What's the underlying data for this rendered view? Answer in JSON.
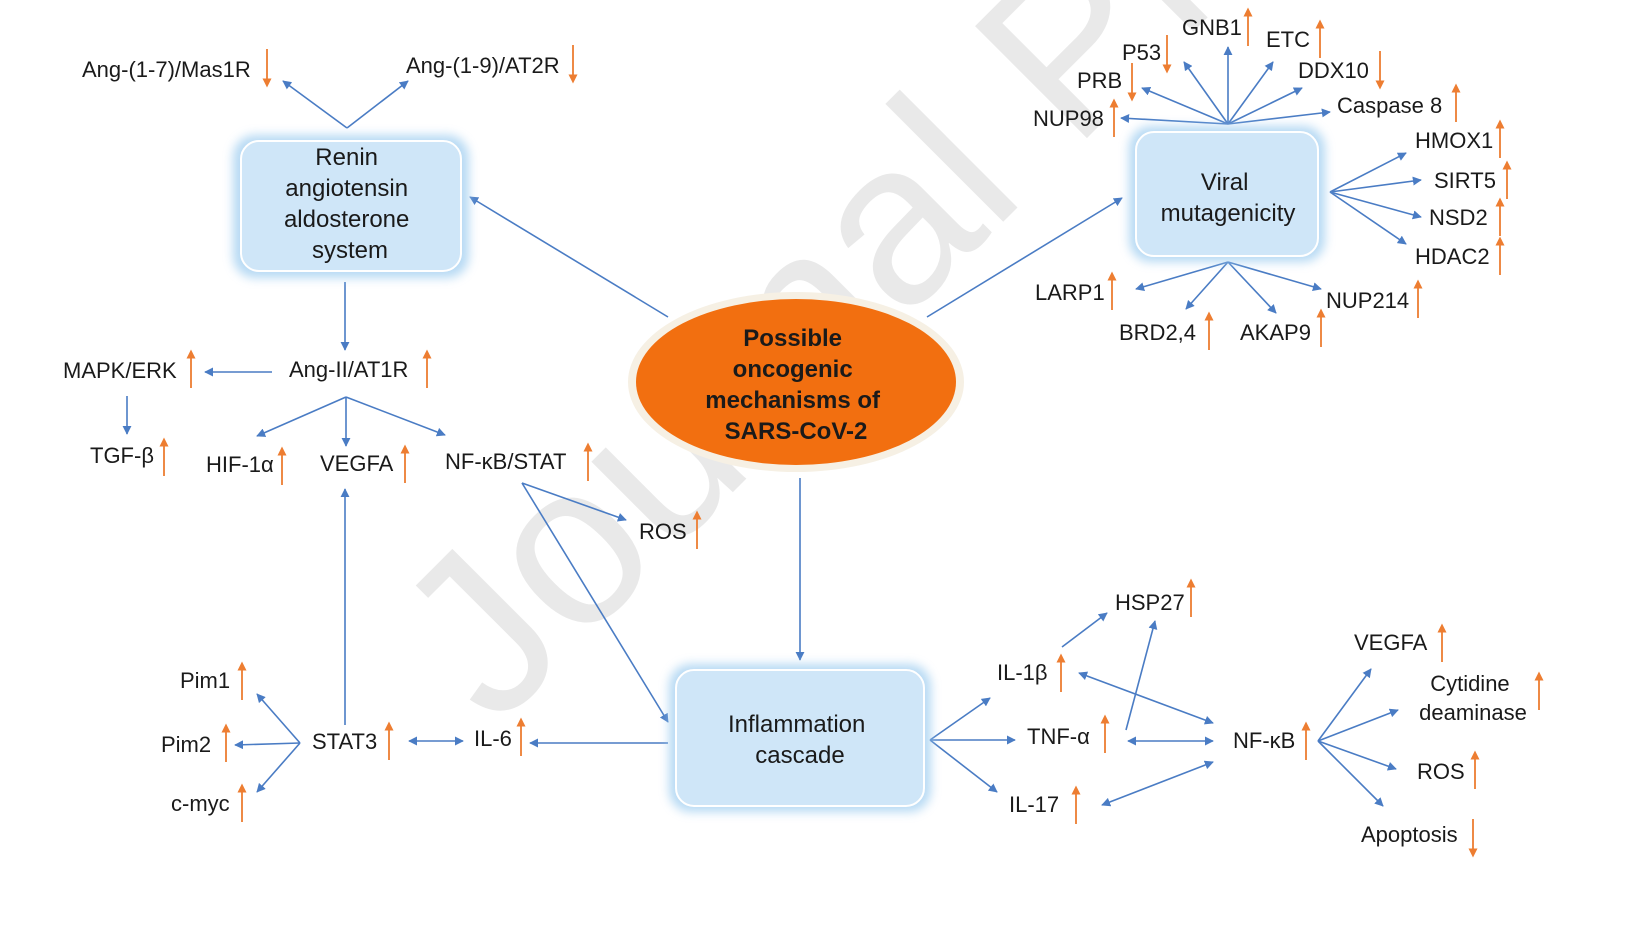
{
  "watermark": "Journal Pre-proof",
  "colors": {
    "arrow": "#4a7cc4",
    "indicator": "#ed7d31",
    "box_fill": "#cfe6f8",
    "box_stroke": "#8fc1ea",
    "center_fill": "#f26f10",
    "center_stroke": "#f6f0e4",
    "text": "#1a1a1a"
  },
  "center": {
    "lines": [
      "Possible",
      "oncogenic",
      "mechanisms of",
      "SARS-CoV-2"
    ]
  },
  "boxes": {
    "raas": {
      "lines": [
        "Renin",
        "angiotensin",
        "aldosterone",
        "system"
      ]
    },
    "viral": {
      "lines": [
        "Viral",
        "mutagenicity"
      ]
    },
    "inflammation": {
      "lines": [
        "Inflammation",
        "cascade"
      ]
    }
  },
  "labels": {
    "ang17": "Ang-(1-7)/Mas1R",
    "ang19": "Ang-(1-9)/AT2R",
    "angii": "Ang-II/AT1R",
    "mapk": "MAPK/ERK",
    "tgfb": "TGF-β",
    "hif1a": "HIF-1α",
    "vegfa_left": "VEGFA",
    "nfkbstat": "NF-κB/STAT",
    "ros_left": "ROS",
    "pim1": "Pim1",
    "pim2": "Pim2",
    "cmyc": "c-myc",
    "stat3": "STAT3",
    "il6": "IL-6",
    "gnb1": "GNB1",
    "etc": "ETC",
    "p53": "P53",
    "ddx10": "DDX10",
    "prb": "PRB",
    "caspase8": "Caspase 8",
    "nup98": "NUP98",
    "hmox1": "HMOX1",
    "sirt5": "SIRT5",
    "nsd2": "NSD2",
    "hdac2": "HDAC2",
    "larp1": "LARP1",
    "nup214": "NUP214",
    "brd24": "BRD2,4",
    "akap9": "AKAP9",
    "hsp27": "HSP27",
    "il1b": "IL-1β",
    "tnfa": "TNF-α",
    "il17": "IL-17",
    "nfkb": "NF-κB",
    "vegfa_right": "VEGFA",
    "cytidine": [
      "Cytidine",
      "deaminase"
    ],
    "ros_right": "ROS",
    "apoptosis": "Apoptosis"
  },
  "indicators": {
    "ang17": "down",
    "ang19": "down",
    "angii": "up",
    "mapk": "up",
    "tgfb": "up",
    "hif1a": "up",
    "vegfa_left": "up",
    "nfkbstat": "up",
    "ros_left": "up",
    "pim1": "up",
    "pim2": "up",
    "cmyc": "up",
    "stat3": "up",
    "il6": "up",
    "gnb1": "up",
    "etc": "up",
    "p53": "down",
    "ddx10": "down",
    "prb": "down",
    "caspase8": "up",
    "nup98": "up",
    "hmox1": "up",
    "sirt5": "up",
    "nsd2": "up",
    "hdac2": "up",
    "larp1": "up",
    "nup214": "up",
    "brd24": "up",
    "akap9": "up",
    "hsp27": "up",
    "il1b": "up",
    "tnfa": "up",
    "il17": "up",
    "nfkb": "up",
    "vegfa_right": "up",
    "cytidine": "up",
    "ros_right": "up",
    "apoptosis": "down"
  }
}
